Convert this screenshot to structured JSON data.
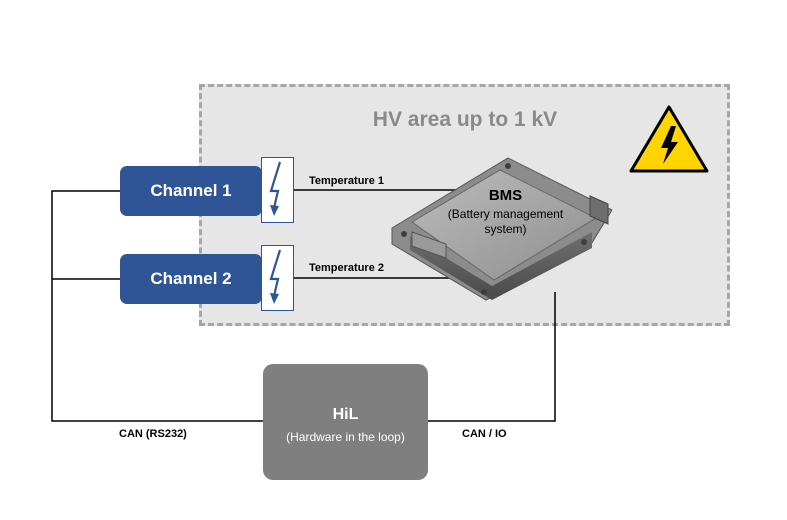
{
  "hv_area": {
    "title": "HV area up to 1 kV"
  },
  "channels": [
    {
      "label": "Channel 1"
    },
    {
      "label": "Channel 2"
    }
  ],
  "connections": {
    "temperature_1": "Temperature 1",
    "temperature_2": "Temperature 2",
    "can_rs232": "CAN (RS232)",
    "can_io": "CAN / IO"
  },
  "bms": {
    "title": "BMS",
    "subtitle_line1": "(Battery management",
    "subtitle_line2": "system)"
  },
  "hil": {
    "title": "HiL",
    "subtitle": "(Hardware in the loop)"
  },
  "icons": {
    "fuse": "lightning-arrow-icon",
    "warning": "high-voltage-warning-icon"
  },
  "colors": {
    "channel_blue": "#2f5597",
    "hil_gray": "#7f7f7f",
    "hv_area_fill": "#e6e6e6",
    "hv_area_border": "#a6a6a6",
    "warning_yellow": "#ffd400"
  }
}
